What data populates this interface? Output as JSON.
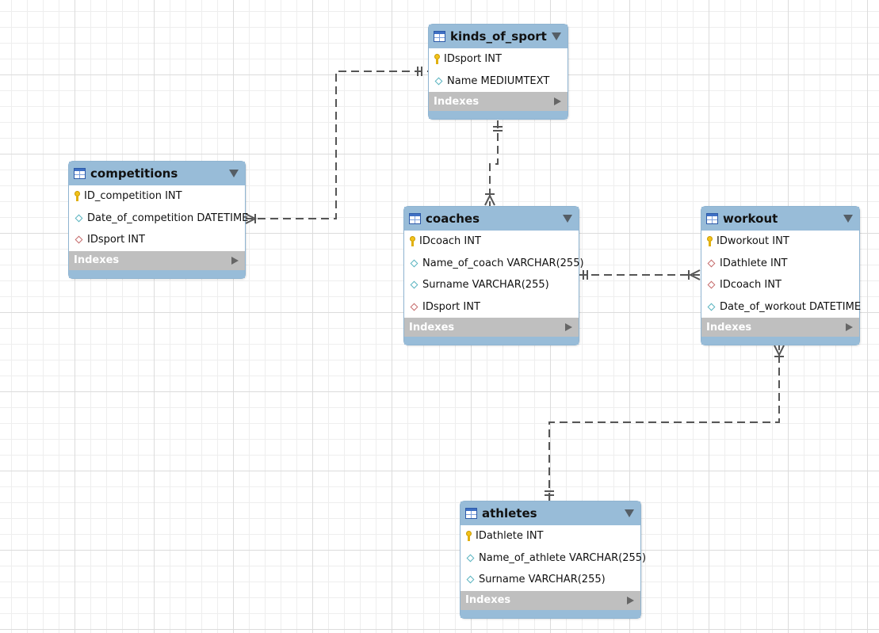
{
  "entities": [
    {
      "id": "kinds_of_sport",
      "name": "kinds_of_sport",
      "columns": [
        {
          "text": "IDsport INT",
          "icon": "key-icon"
        },
        {
          "text": "Name MEDIUMTEXT",
          "icon": "diamond-icon"
        }
      ],
      "indexes_label": "Indexes"
    },
    {
      "id": "competitions",
      "name": "competitions",
      "columns": [
        {
          "text": "ID_competition INT",
          "icon": "key-icon"
        },
        {
          "text": "Date_of_competition DATETIME",
          "icon": "diamond-icon"
        },
        {
          "text": "IDsport INT",
          "icon": "foreign-key-diamond-icon"
        }
      ],
      "indexes_label": "Indexes"
    },
    {
      "id": "coaches",
      "name": "coaches",
      "columns": [
        {
          "text": "IDcoach INT",
          "icon": "key-icon"
        },
        {
          "text": "Name_of_coach VARCHAR(255)",
          "icon": "diamond-icon"
        },
        {
          "text": "Surname VARCHAR(255)",
          "icon": "diamond-icon"
        },
        {
          "text": "IDsport INT",
          "icon": "foreign-key-diamond-icon"
        }
      ],
      "indexes_label": "Indexes"
    },
    {
      "id": "workout",
      "name": "workout",
      "columns": [
        {
          "text": "IDworkout INT",
          "icon": "key-icon"
        },
        {
          "text": "IDathlete INT",
          "icon": "foreign-key-diamond-icon"
        },
        {
          "text": "IDcoach INT",
          "icon": "foreign-key-diamond-icon"
        },
        {
          "text": "Date_of_workout DATETIME",
          "icon": "diamond-icon"
        }
      ],
      "indexes_label": "Indexes"
    },
    {
      "id": "athletes",
      "name": "athletes",
      "columns": [
        {
          "text": "IDathlete INT",
          "icon": "key-icon"
        },
        {
          "text": "Name_of_athlete VARCHAR(255)",
          "icon": "diamond-icon"
        },
        {
          "text": "Surname VARCHAR(255)",
          "icon": "diamond-icon"
        }
      ],
      "indexes_label": "Indexes"
    }
  ],
  "relationships": [
    {
      "from": "kinds_of_sport",
      "to": "competitions",
      "from_end": "one-and-only-one",
      "to_end": "one-or-many"
    },
    {
      "from": "kinds_of_sport",
      "to": "coaches",
      "from_end": "one-and-only-one",
      "to_end": "one-or-many"
    },
    {
      "from": "coaches",
      "to": "workout",
      "from_end": "one-and-only-one",
      "to_end": "one-or-many"
    },
    {
      "from": "athletes",
      "to": "workout",
      "from_end": "one-and-only-one",
      "to_end": "one-or-many"
    }
  ],
  "colors": {
    "header": "#98bcd8",
    "indexes_bar": "#bfbfbf",
    "connector": "#555555"
  }
}
